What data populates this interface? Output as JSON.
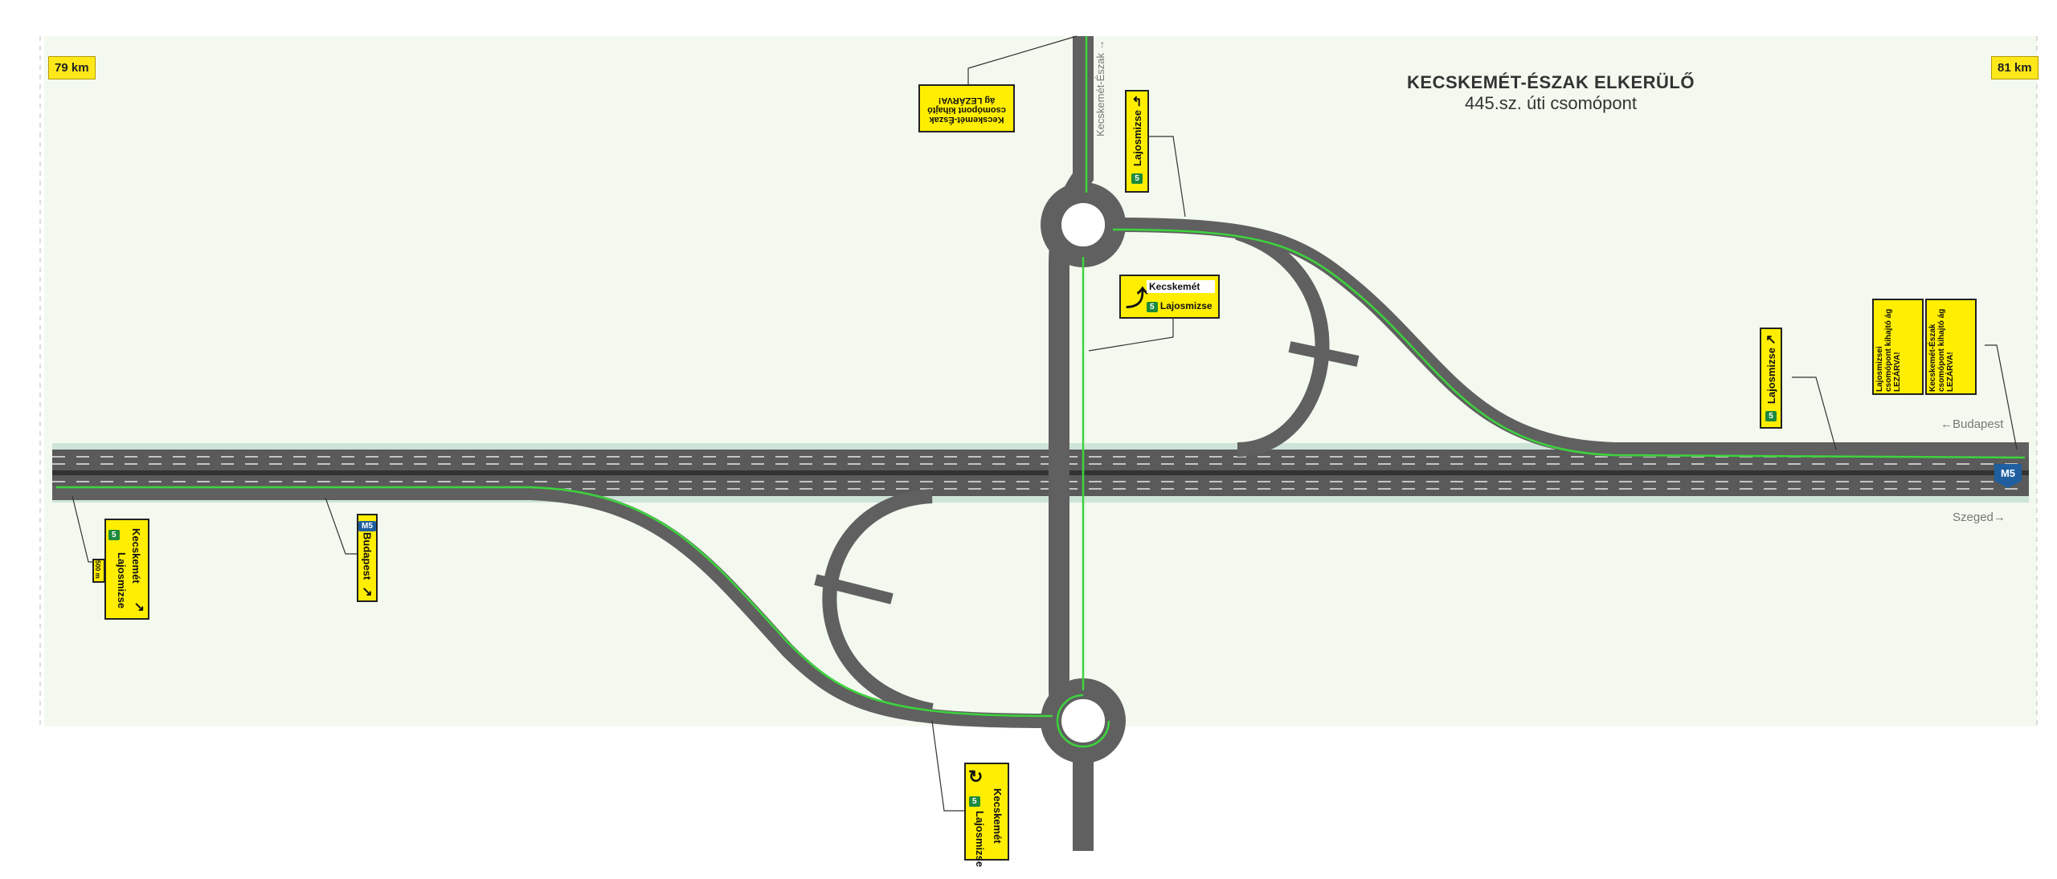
{
  "km_left": "79 km",
  "km_right": "81 km",
  "title_line1": "KECSKEMÉT-ÉSZAK ELKERÜLŐ",
  "title_line2": "445.sz. úti csomópont",
  "dir_budapest": "←Budapest",
  "dir_szeged": "Szeged→",
  "dir_north": "Kecskemét-Észak →",
  "motorway_shield": "M5",
  "route_shield": "5",
  "signs": {
    "closed_north": "Kecskemét-Észak csomópont kihajtó ág LEZÁRVA!",
    "lajosmizse_top": "Lajosmizse",
    "kecskemet_mid": "Kecskemét",
    "lajosmizse_mid": "Lajosmizse",
    "closed_lajos_right": "Lajosmizsei csomópont kihajtó ág LEZÁRVA!",
    "closed_kecs_right": "Kecskemét-Észak csomópont kihajtó ág LEZÁRVA!",
    "lajosmizse_right": "Lajosmizse",
    "left_kecskemet": "Kecskemét",
    "left_lajosmizse": "Lajosmizse",
    "left_dist": "500 m",
    "budapest_left": "Budapest",
    "bottom_kecskemet": "Kecskemét",
    "bottom_lajosmizse": "Lajosmizse"
  },
  "colors": {
    "road": "#606060",
    "route": "#3cd43c",
    "sign": "#ffee00",
    "grass": "#f2f8ee"
  }
}
